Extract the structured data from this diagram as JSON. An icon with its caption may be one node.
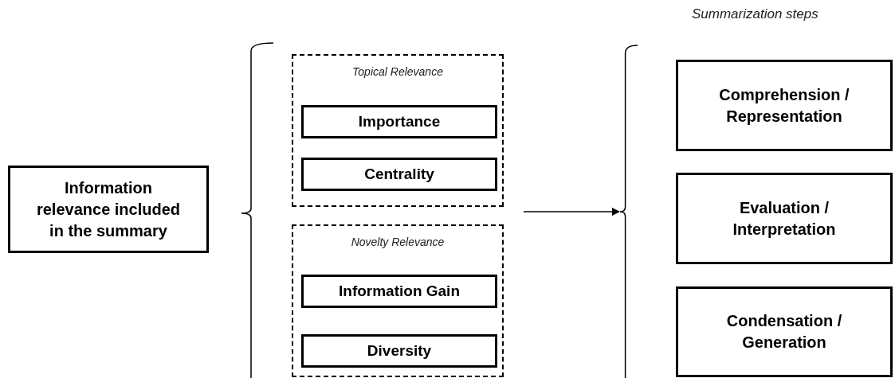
{
  "diagram": {
    "nodes": [
      {
        "text": [
          "Information relevance included in the summary"
        ]
      },
      {
        "text": [
          "Topical Relevance"
        ]
      },
      {
        "text": [
          "Importance"
        ],
        "in": 1
      },
      {
        "text": [
          "Centrality"
        ],
        "in": 1
      },
      {
        "text": [
          "Novelty Relevance"
        ]
      },
      {
        "text": [
          "Information Gain"
        ],
        "in": 4
      },
      {
        "text": [
          "Diversity"
        ],
        "in": 4
      },
      {
        "text": [],
        "shape": "brace"
      },
      {
        "text": [
          "Comprehension / Representation"
        ]
      },
      {
        "text": [
          "Evaluation / Interpretation"
        ]
      },
      {
        "text": [
          "Condensation / Generation"
        ]
      }
    ],
    "edges": [
      {
        "from": null,
        "to": 7,
        "arrow": "to"
      }
    ],
    "labels": [
      "Summarization steps"
    ]
  }
}
